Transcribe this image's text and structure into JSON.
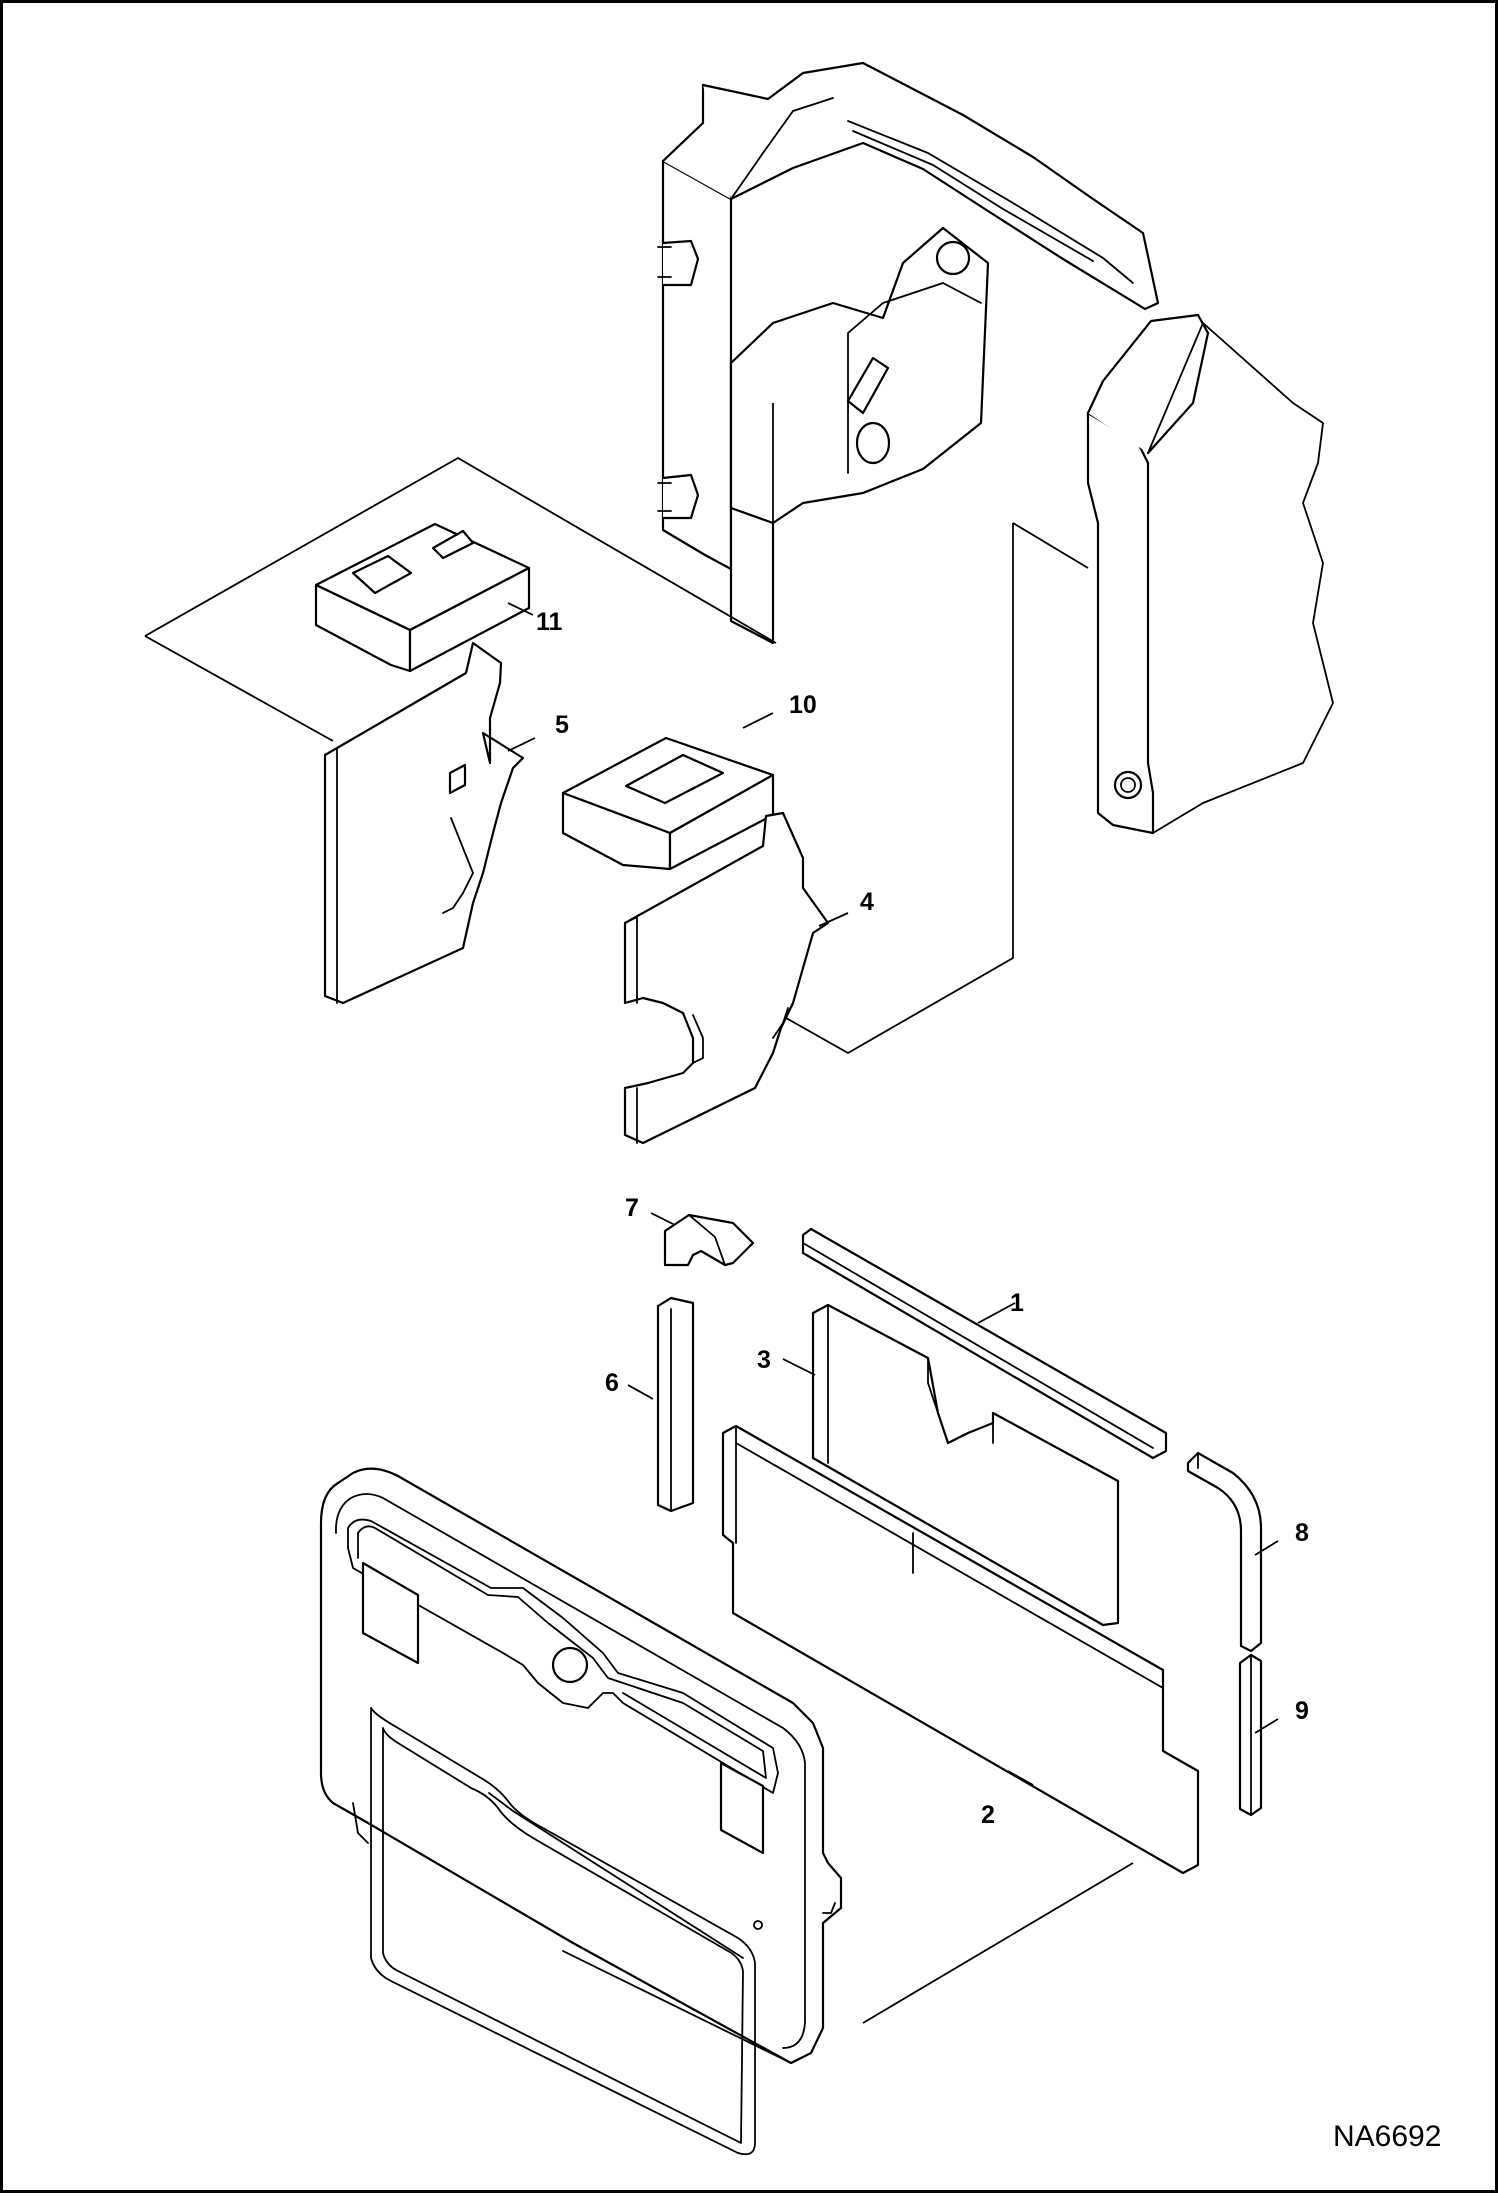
{
  "figure_id": "NA6692",
  "callouts": {
    "c1": "1",
    "c2": "2",
    "c3": "3",
    "c4": "4",
    "c5": "5",
    "c6": "6",
    "c7": "7",
    "c8": "8",
    "c9": "9",
    "c10": "10",
    "c11": "11"
  }
}
